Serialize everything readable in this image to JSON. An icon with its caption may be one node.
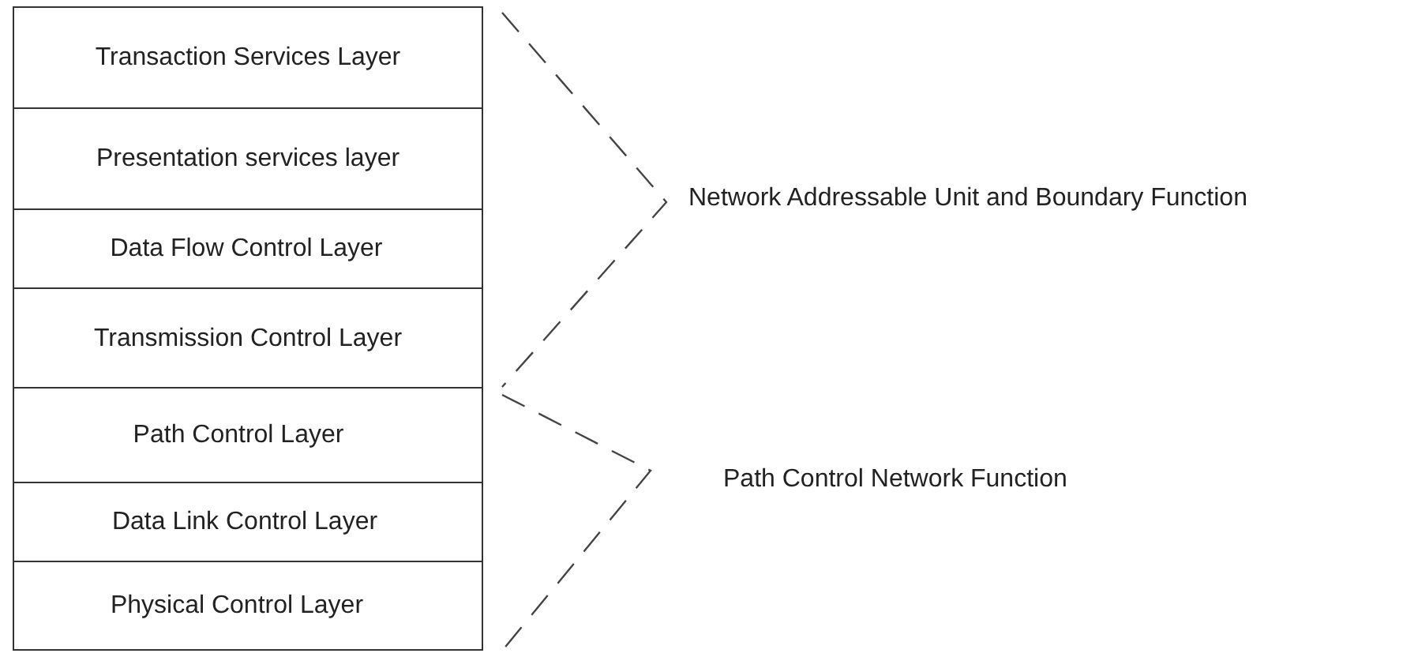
{
  "diagram": {
    "nodes": [
      {
        "text": [
          "Transaction Services Layer"
        ]
      },
      {
        "text": [
          "Presentation services layer"
        ]
      },
      {
        "text": [
          "Data Flow Control Layer"
        ]
      },
      {
        "text": [
          "Transmission Control Layer"
        ]
      },
      {
        "text": [
          "Path Control Layer"
        ]
      },
      {
        "text": [
          "Data Link Control Layer"
        ]
      },
      {
        "text": [
          "Physical Control Layer"
        ]
      }
    ],
    "labels": [
      "Network Addressable Unit and Boundary Function",
      "Path Control Network Function"
    ]
  }
}
